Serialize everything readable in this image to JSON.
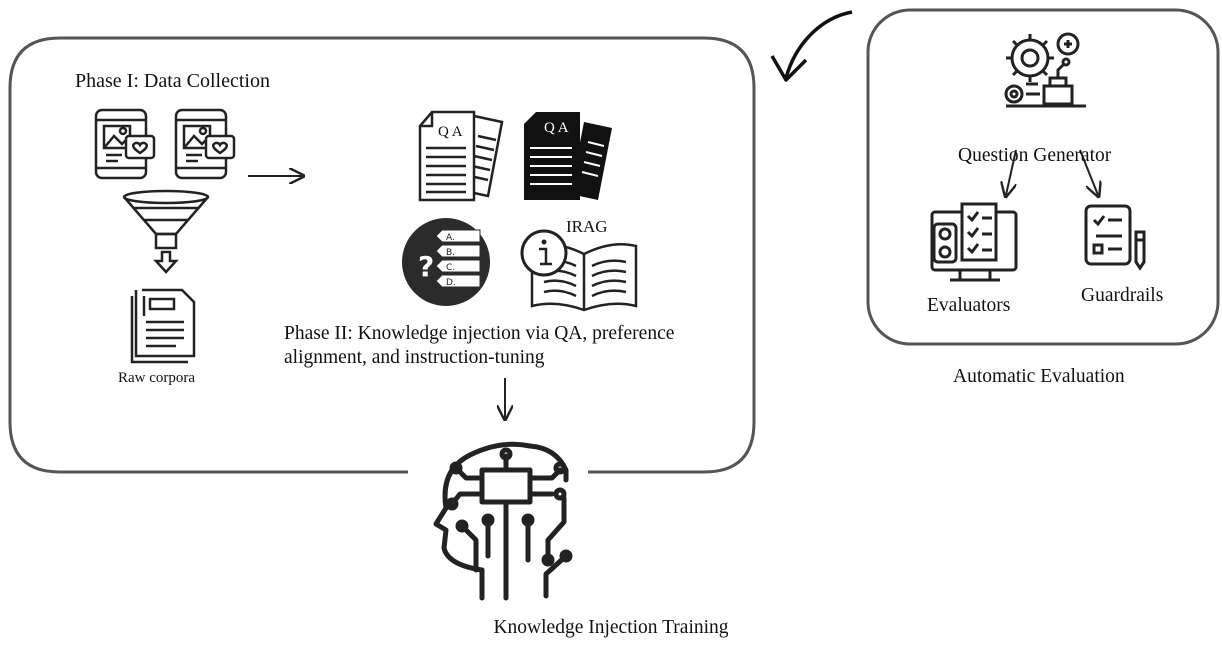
{
  "diagram": {
    "phase1_title": "Phase I: Data Collection",
    "raw_corpora": "Raw corpora",
    "qa_doc_label": "Q A",
    "qa_doc_dark_label": "Q A",
    "mcq_options": [
      "A.",
      "B.",
      "C.",
      "D."
    ],
    "irag_label": "IRAG",
    "phase2_line1": "Phase II: Knowledge injection via QA, preference",
    "phase2_line2": "alignment, and instruction-tuning",
    "question_generator": "Question Generator",
    "evaluators": "Evaluators",
    "guardrails": "Guardrails",
    "automatic_evaluation": "Automatic Evaluation",
    "knowledge_injection_training": "Knowledge Injection Training"
  }
}
